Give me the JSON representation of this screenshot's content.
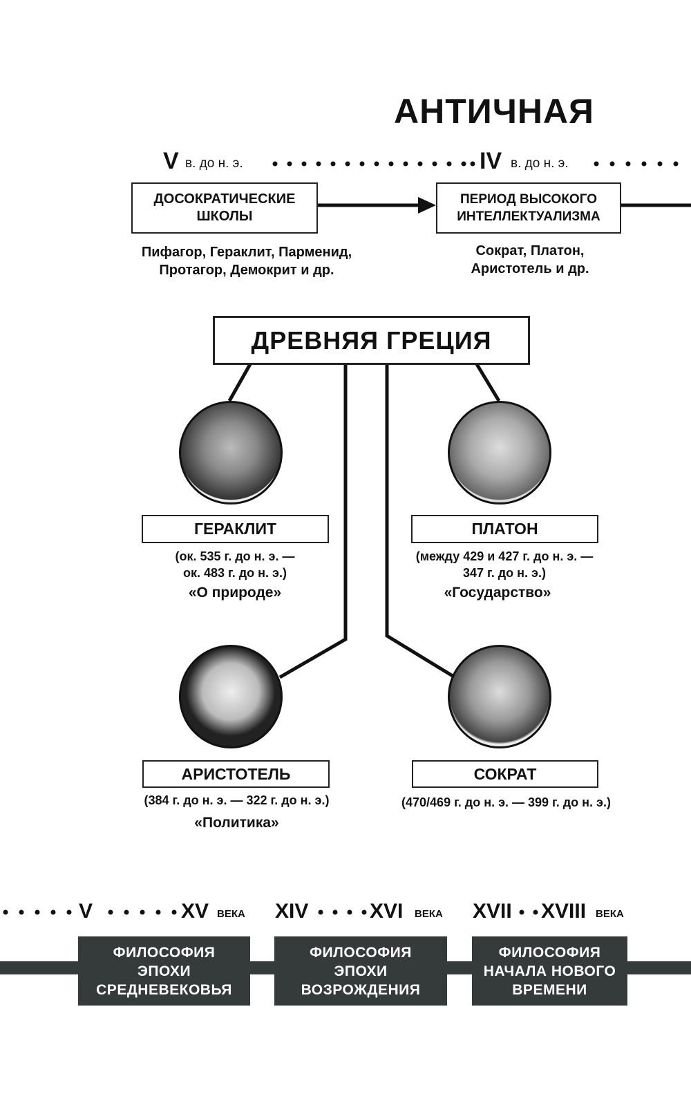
{
  "title": "АНТИЧНАЯ",
  "timeline_top": {
    "mark1": {
      "roman": "V",
      "suffix": "в. до н. э."
    },
    "mark2": {
      "roman": "IV",
      "suffix": "в. до н. э."
    }
  },
  "stages": [
    {
      "label_lines": [
        "ДОСОКРАТИЧЕСКИЕ",
        "ШКОЛЫ"
      ],
      "members_lines": [
        "Пифагор, Гераклит, Парменид,",
        "Протагор, Демокрит и др."
      ]
    },
    {
      "label_lines": [
        "ПЕРИОД ВЫСОКОГО",
        "ИНТЕЛЛЕКТУАЛИЗМА"
      ],
      "members_lines": [
        "Сократ, Платон,",
        "Аристотель и др."
      ]
    }
  ],
  "center": {
    "label": "ДРЕВНЯЯ ГРЕЦИЯ"
  },
  "philosophers": [
    {
      "name": "ГЕРАКЛИТ",
      "dates": [
        "(ок. 535 г. до н. э. —",
        "ок. 483 г. до н. э.)"
      ],
      "work": "«О природе»"
    },
    {
      "name": "ПЛАТОН",
      "dates": [
        "(между 429 и 427 г. до н. э. —",
        "347 г. до н. э.)"
      ],
      "work": "«Государство»"
    },
    {
      "name": "АРИСТОТЕЛЬ",
      "dates": [
        "(384 г. до н. э. — 322 г. до н. э.)"
      ],
      "work": "«Политика»"
    },
    {
      "name": "СОКРАТ",
      "dates": [
        "(470/469 г. до н. э. — 399 г. до н. э.)"
      ]
    }
  ],
  "timeline_bottom": [
    {
      "from": "V",
      "to": "XV",
      "suffix": "ВЕКА",
      "label_lines": [
        "ФИЛОСОФИЯ",
        "ЭПОХИ",
        "СРЕДНЕВЕКОВЬЯ"
      ]
    },
    {
      "from": "XIV",
      "to": "XVI",
      "suffix": "ВЕКА",
      "label_lines": [
        "ФИЛОСОФИЯ",
        "ЭПОХИ",
        "ВОЗРОЖДЕНИЯ"
      ]
    },
    {
      "from": "XVII",
      "to": "XVIII",
      "suffix": "ВЕКА",
      "label_lines": [
        "ФИЛОСОФИЯ",
        "НАЧАЛА НОВОГО",
        "ВРЕМЕНИ"
      ]
    }
  ],
  "colors": {
    "dark": "#353b3b",
    "line": "#111111"
  }
}
